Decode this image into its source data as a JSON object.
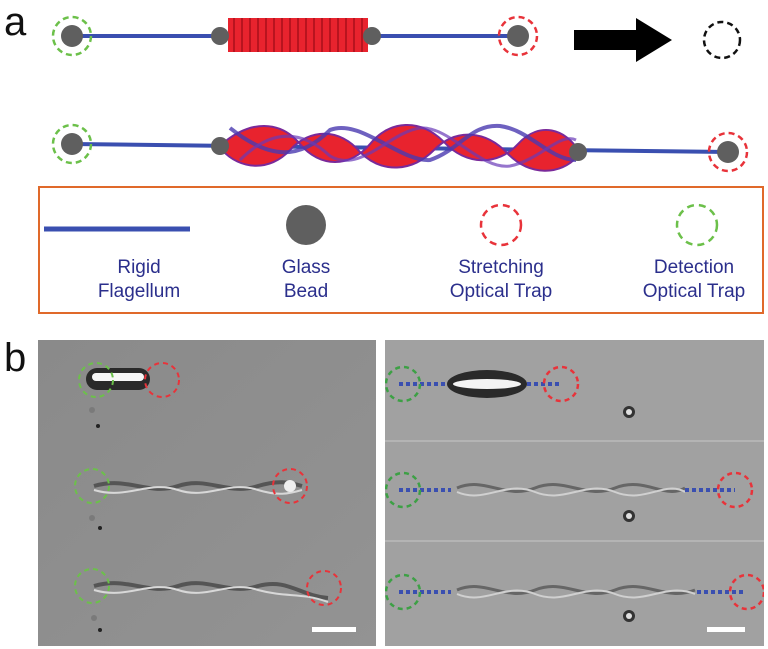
{
  "panel_a": {
    "letter": "a"
  },
  "legend": {
    "items": [
      {
        "line1": "Rigid",
        "line2": "Flagellum"
      },
      {
        "line1": "Glass",
        "line2": "Bead"
      },
      {
        "line1": "Stretching",
        "line2": "Optical Trap"
      },
      {
        "line1": "Detection",
        "line2": "Optical Trap"
      }
    ]
  },
  "panel_b": {
    "letter": "b"
  },
  "colors": {
    "flagellum_blue": "#3a4fb0",
    "bead_gray": "#5f5f5f",
    "stretching_trap_red": "#e8333a",
    "detection_trap_green": "#6cc04a",
    "legend_border_orange": "#e0692a",
    "protein_red": "#e8232e",
    "label_navy": "#2b2f8c"
  }
}
